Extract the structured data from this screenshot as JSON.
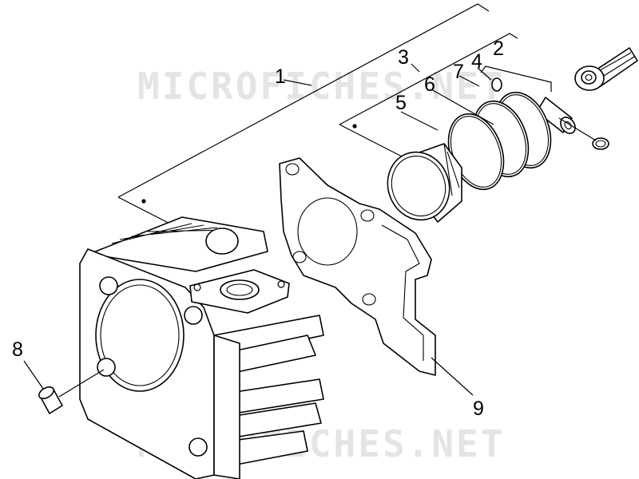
{
  "watermark": "MICROFICHES.NET",
  "callouts": {
    "c1": "1",
    "c2": "2",
    "c3": "3",
    "c4": "4",
    "c5": "5",
    "c6": "6",
    "c7": "7",
    "c8": "8",
    "c9": "9"
  }
}
